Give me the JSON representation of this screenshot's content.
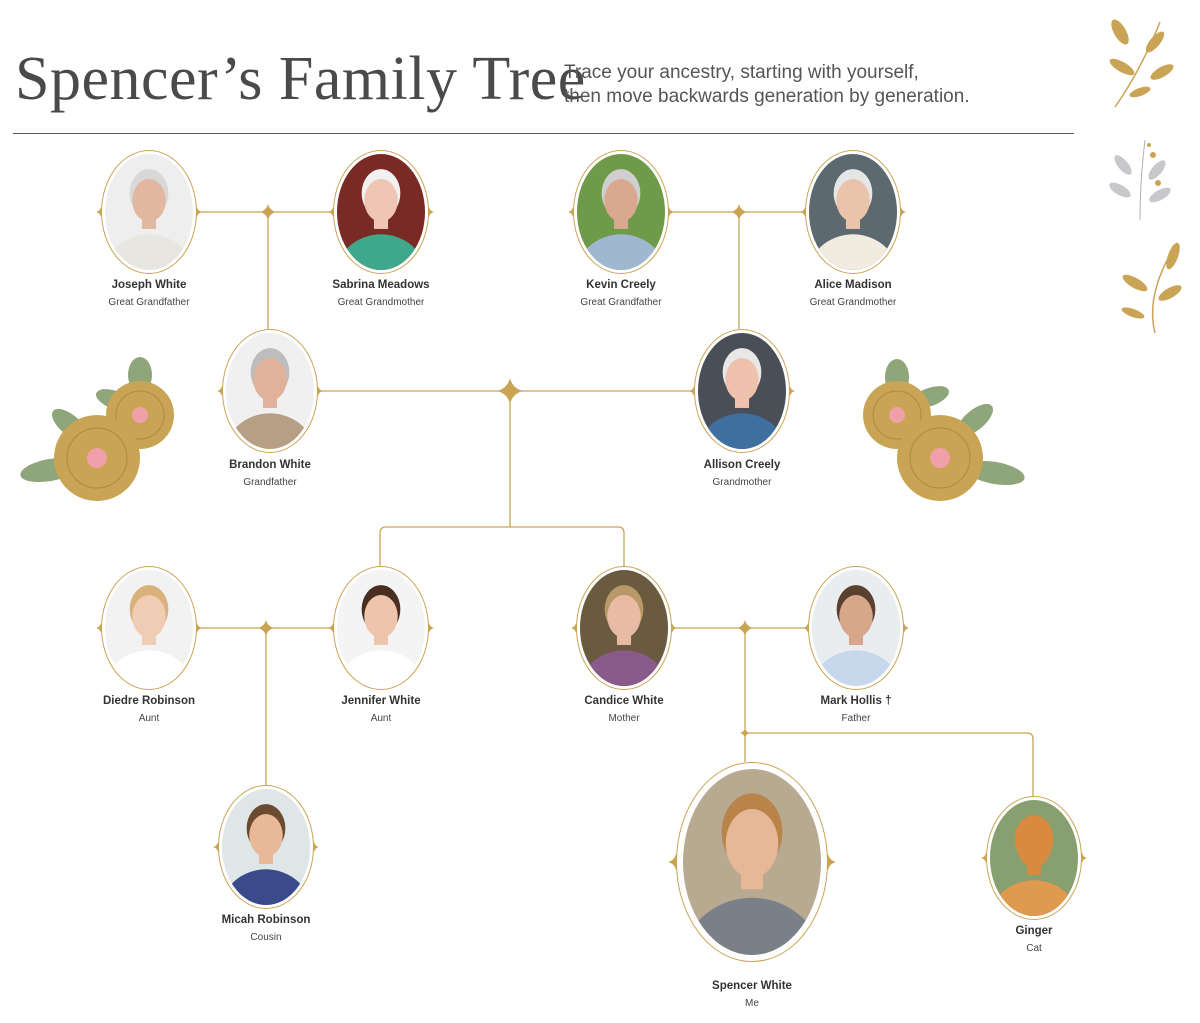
{
  "header": {
    "title": "Spencer’s Family Tree",
    "subtitle_line1": "Trace your ancestry, starting with yourself,",
    "subtitle_line2": "then move backwards generation by generation."
  },
  "colors": {
    "accent": "#c9a455",
    "text": "#333333",
    "flower": "#c9a455",
    "leaf": "#8fa57a",
    "flower_center": "#f0a0a8"
  },
  "people": [
    {
      "name": "Joseph White",
      "role": "Great Grandfather",
      "bg": "#eeeeee",
      "skin": "#e2b7a0",
      "hair": "#d8d8d8",
      "shirt": "#e8e6e0"
    },
    {
      "name": "Sabrina Meadows",
      "role": "Great Grandmother",
      "bg": "#7a2a24",
      "skin": "#efc6b4",
      "hair": "#f0f0f0",
      "shirt": "#3fa88a"
    },
    {
      "name": "Kevin Creely",
      "role": "Great Grandfather",
      "bg": "#6f9a4a",
      "skin": "#d9a88e",
      "hair": "#cfcfcf",
      "shirt": "#9fb7cf"
    },
    {
      "name": "Alice Madison",
      "role": "Great Grandmother",
      "bg": "#5c6a70",
      "skin": "#eac3ab",
      "hair": "#e6e6e6",
      "shirt": "#f1ebe0"
    },
    {
      "name": "Brandon White",
      "role": "Grandfather",
      "bg": "#f0f0f0",
      "skin": "#e0b29a",
      "hair": "#bdbdbd",
      "shirt": "#b79f86"
    },
    {
      "name": "Allison Creely",
      "role": "Grandmother",
      "bg": "#4a4e57",
      "skin": "#efc2ae",
      "hair": "#e8e8e8",
      "shirt": "#3f6f9f"
    },
    {
      "name": "Diedre Robinson",
      "role": "Aunt",
      "bg": "#f2f2f2",
      "skin": "#f0ccb5",
      "hair": "#d9b27a",
      "shirt": "#ffffff"
    },
    {
      "name": "Jennifer White",
      "role": "Aunt",
      "bg": "#f4f4f4",
      "skin": "#efc4ac",
      "hair": "#4a2e22",
      "shirt": "#ffffff"
    },
    {
      "name": "Candice White",
      "role": "Mother",
      "bg": "#6a5a40",
      "skin": "#e8bca4",
      "hair": "#b89868",
      "shirt": "#8a5a8a"
    },
    {
      "name": "Mark Hollis †",
      "role": "Father",
      "bg": "#e9edf0",
      "skin": "#d8a68a",
      "hair": "#5a4030",
      "shirt": "#c8d8ec"
    },
    {
      "name": "Micah Robinson",
      "role": "Cousin",
      "bg": "#dfe6e8",
      "skin": "#e8b898",
      "hair": "#6a4a30",
      "shirt": "#3a4a8a"
    },
    {
      "name": "Spencer White",
      "role": "Me",
      "bg": "#b8aa90",
      "skin": "#e7b898",
      "hair": "#b8844a",
      "shirt": "#7a8088"
    },
    {
      "name": "Ginger",
      "role": "Cat",
      "bg": "#88a070",
      "skin": "#d88a40",
      "hair": "#d88a40",
      "shirt": "#e09a50"
    }
  ]
}
